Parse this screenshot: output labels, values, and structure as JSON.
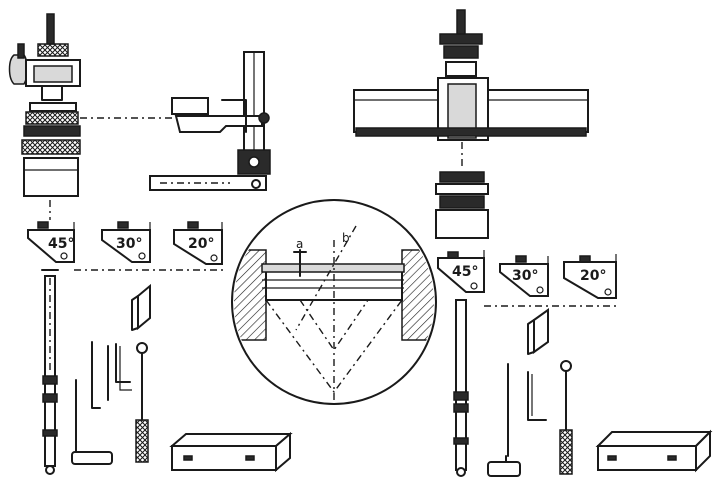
{
  "left_assembly": {
    "blocks": [
      {
        "label": "45°"
      },
      {
        "label": "30°"
      },
      {
        "label": "20°"
      }
    ]
  },
  "right_assembly": {
    "blocks": [
      {
        "label": "45°"
      },
      {
        "label": "30°"
      },
      {
        "label": "20°"
      }
    ]
  },
  "detail_view": {
    "labels": {
      "a": "a",
      "b": "b"
    }
  }
}
